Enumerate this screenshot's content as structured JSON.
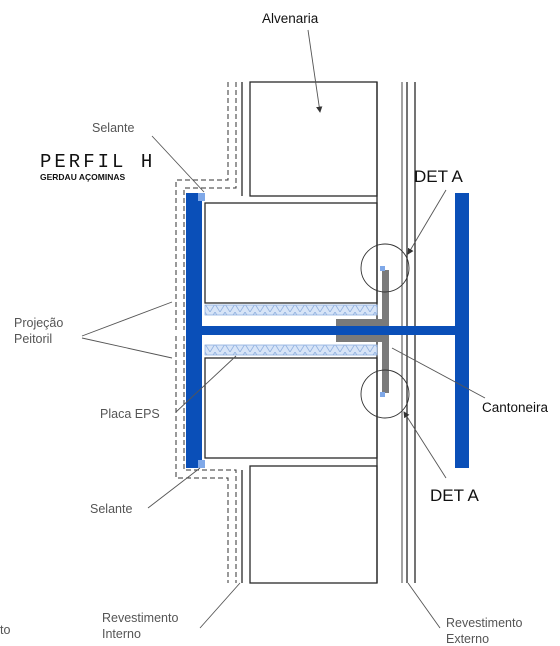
{
  "labels": {
    "alvenaria": "Alvenaria",
    "selante_top": "Selante",
    "perfil_h": "PERFIL H",
    "gerdau": "GERDAU AÇOMINAS",
    "projecao": "Projeção",
    "peitoril": "Peitoril",
    "placa_eps": "Placa EPS",
    "selante_bottom": "Selante",
    "det_a_top": "DET A",
    "det_a_bottom": "DET A",
    "cantoneira": "Cantoneira",
    "revestimento_interno_1": "Revestimento",
    "revestimento_interno_2": "Interno",
    "revestimento_externo_1": "Revestimento",
    "revestimento_externo_2": "Externo",
    "cropped_fragment": "to"
  },
  "colors": {
    "steel_blue": "#0a4fb8",
    "eps_light": "#a9c6ee",
    "angle_gray": "#7a7a7a",
    "line": "#2a2a2a"
  }
}
